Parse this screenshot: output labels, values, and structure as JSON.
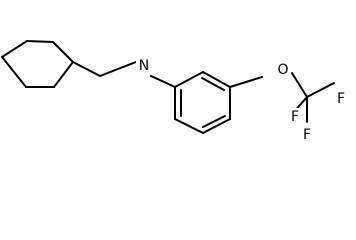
{
  "molecule": {
    "atoms": {
      "N": "N",
      "O": "O",
      "F1": "F",
      "F2": "F",
      "F3": "F"
    },
    "bond_color": "#000000",
    "background": "#ffffff"
  }
}
